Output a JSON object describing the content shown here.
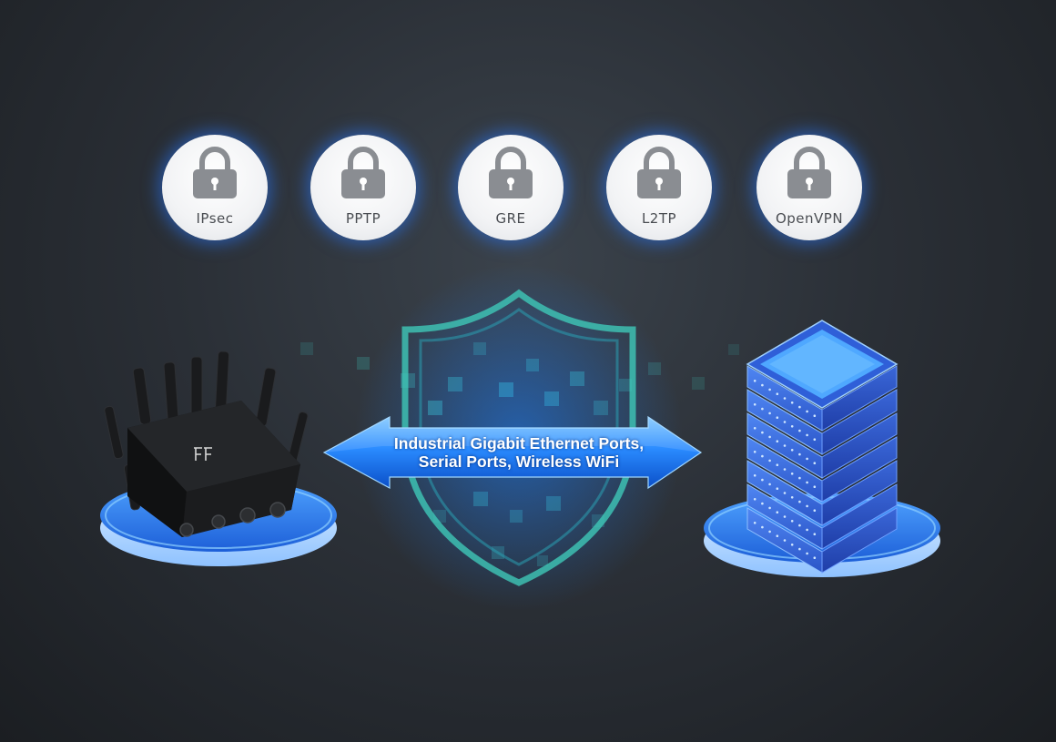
{
  "protocols": [
    {
      "label": "IPsec",
      "icon": "padlock-icon"
    },
    {
      "label": "PPTP",
      "icon": "padlock-icon"
    },
    {
      "label": "GRE",
      "icon": "padlock-icon"
    },
    {
      "label": "L2TP",
      "icon": "padlock-icon"
    },
    {
      "label": "OpenVPN",
      "icon": "padlock-icon"
    }
  ],
  "connection": {
    "line1": "Industrial Gigabit Ethernet Ports,",
    "line2": "Serial Ports, Wireless WiFi"
  },
  "colors": {
    "background": "#2b3037",
    "glow_blue": "#2f7bff",
    "shield_teal": "#3fc8b8",
    "arrow_blue": "#1f7ff0",
    "server_blue": "#3b6fe0",
    "lock_gray": "#8a8d92"
  }
}
